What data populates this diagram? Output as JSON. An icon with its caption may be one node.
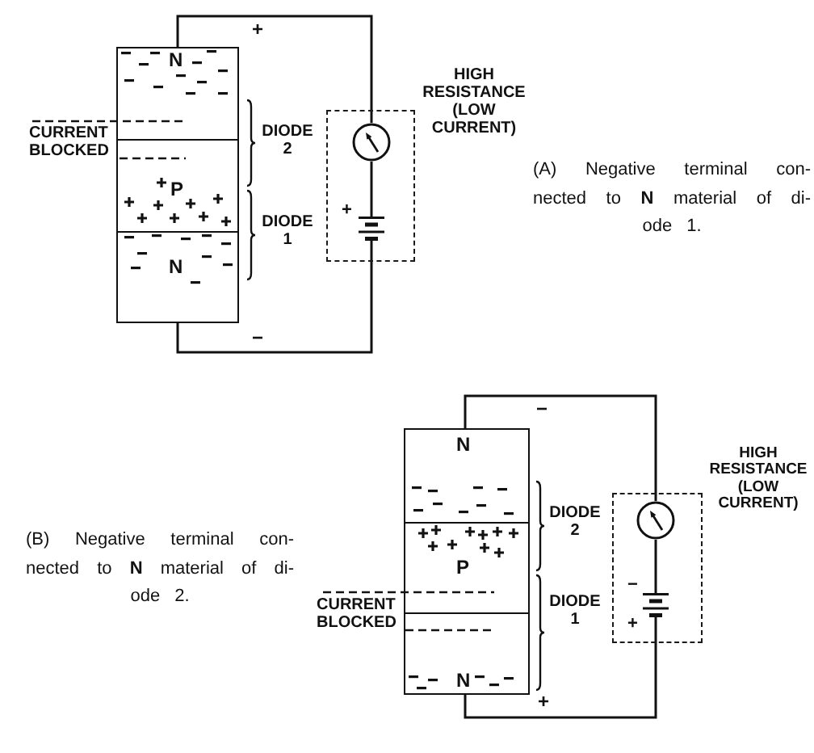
{
  "diagram": {
    "nodes": [
      {
        "text": [
          "N"
        ]
      },
      {
        "text": [
          "P"
        ]
      },
      {
        "text": [
          "N"
        ]
      },
      {
        "text": [
          "HIGH RESISTANCE (LOW CURRENT)"
        ]
      },
      {
        "text": [],
        "shape": "meter",
        "in": 3
      },
      {
        "text": [],
        "shape": "battery",
        "in": 3,
        "beside": [
          "+"
        ]
      },
      {
        "text": [
          "N"
        ]
      },
      {
        "text": [
          "P"
        ]
      },
      {
        "text": [
          "N"
        ]
      },
      {
        "text": [
          "HIGH RESISTANCE (LOW CURRENT)"
        ]
      },
      {
        "text": [],
        "shape": "meter",
        "in": 9
      },
      {
        "text": [],
        "shape": "battery",
        "in": 9,
        "beside": [
          "−",
          "+"
        ]
      }
    ],
    "edges": [
      {
        "from": 0,
        "to": 4,
        "arrow": "none",
        "label": "+"
      },
      {
        "from": 4,
        "to": 5,
        "arrow": "none"
      },
      {
        "from": 5,
        "to": 2,
        "arrow": "none",
        "label": "−"
      },
      {
        "from": 6,
        "to": 10,
        "arrow": "none",
        "label": "−"
      },
      {
        "from": 10,
        "to": 11,
        "arrow": "none"
      },
      {
        "from": 11,
        "to": 8,
        "arrow": "none",
        "label": "+"
      }
    ],
    "labels": [
      "CURRENT BLOCKED",
      "DIODE 2",
      "DIODE 1",
      "(A) Negative terminal con- nected to **N** material of di- ode 1.",
      "(B) Negative terminal con- nected to **N** material of di- ode 2.",
      "DIODE 2",
      "CURRENT BLOCKED",
      "DIODE 1"
    ]
  }
}
